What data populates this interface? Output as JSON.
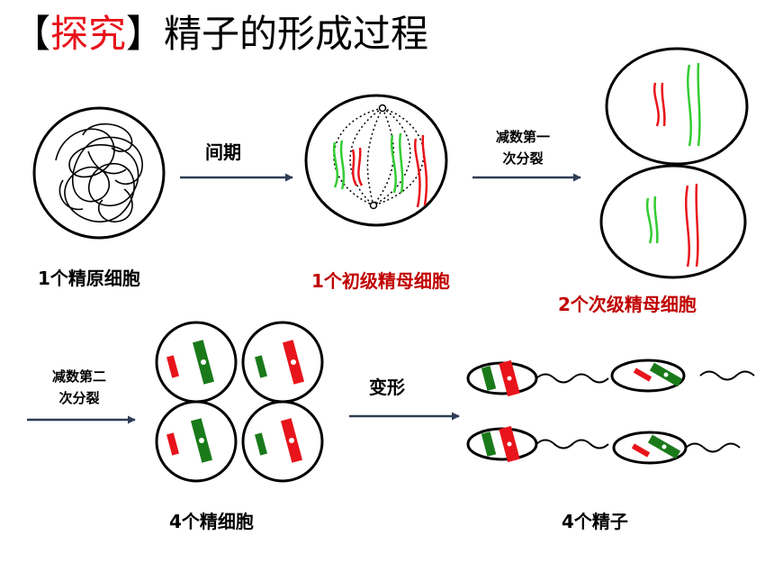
{
  "title": {
    "bracket_open": "【",
    "highlight": "探究",
    "bracket_close": "】",
    "text": "精子的形成过程"
  },
  "stages": {
    "stage1_label": "1个精原细胞",
    "stage2_label": "1个初级精母细胞",
    "stage3_label": "2个次级精母细胞",
    "stage4_label": "4个精细胞",
    "stage5_label": "4个精子"
  },
  "arrows": {
    "arrow1_label": "间期",
    "arrow2_label_line1": "减数第一",
    "arrow2_label_line2": "次分裂",
    "arrow3_label_line1": "减数第二",
    "arrow3_label_line2": "次分裂",
    "arrow4_label": "变形"
  },
  "colors": {
    "red_chromosome": "#e8141b",
    "green_chromosome": "#33cc33",
    "dark_green_chromosome": "#1a7a1a",
    "highlight_text": "#e8141b",
    "label_red": "#c00000",
    "arrow": "#2f3d55"
  }
}
